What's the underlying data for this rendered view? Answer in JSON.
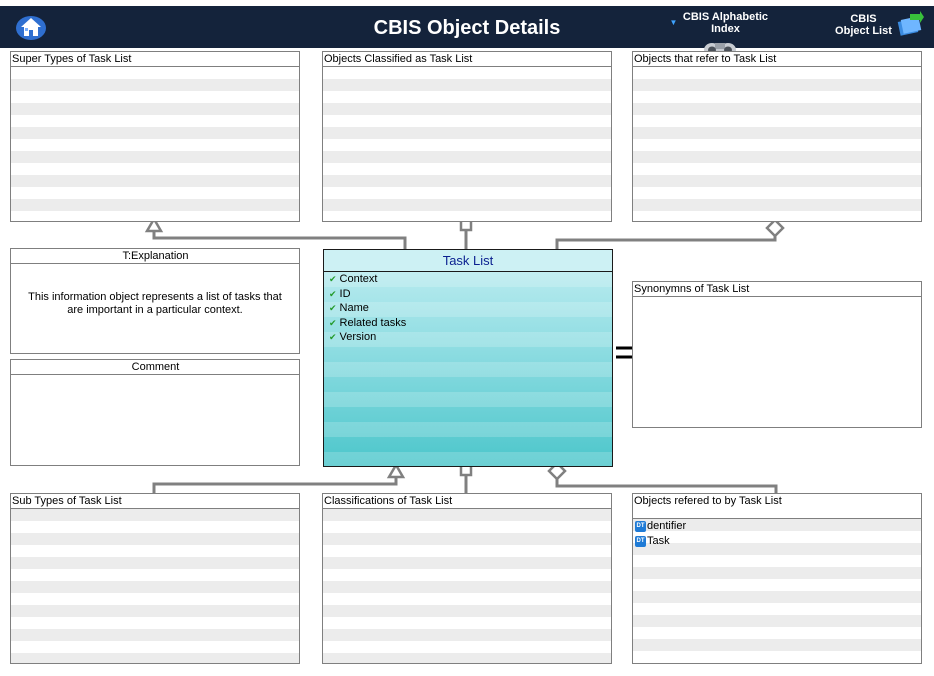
{
  "header": {
    "title": "CBIS Object Details",
    "alphabetic_index_label": "CBIS Alphabetic Index",
    "object_list_label": "CBIS Object List"
  },
  "focus_object": "Task List",
  "panels": {
    "super_types": "Super Types of Task List",
    "classified_as": "Objects Classified as  Task List",
    "refer_to": "Objects that refer to   Task List",
    "explanation_title": "T:Explanation",
    "explanation_text": "This information object represents a list of tasks that are important in a particular context.",
    "comment_title": "Comment",
    "synonyms": "Synonymns  of Task List",
    "sub_types": "Sub Types of Task List",
    "classifications": "Classifications of Task List",
    "refered_to_by": "Objects refered to by  Task List"
  },
  "attributes": [
    "Context",
    "ID",
    "Name",
    "Related tasks",
    "Version"
  ],
  "referenced_objects": [
    "dentifier",
    "Task"
  ],
  "icons": {
    "home": "home-icon",
    "binoculars": "binoculars-icon",
    "object_list": "object-list-icon",
    "attribute": "check-icon",
    "entity": "entity-icon"
  },
  "colors": {
    "header_bg": "#14233b",
    "center_top": "#c2eef2",
    "center_bottom": "#4cc6cb",
    "connector": "#808080"
  }
}
